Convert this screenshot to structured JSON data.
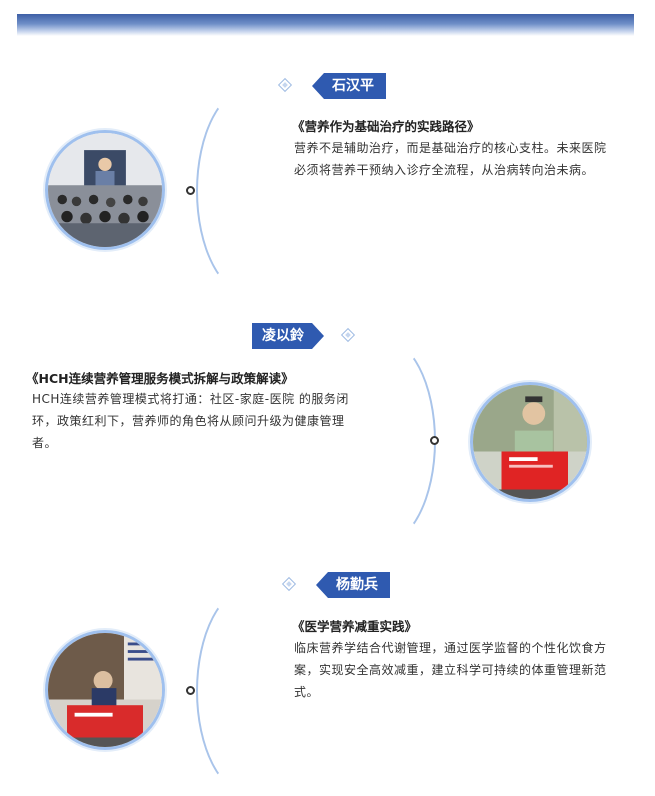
{
  "speakers": [
    {
      "name": "石汉平",
      "title": "《营养作为基础治疗的实践路径》",
      "body": "营养不是辅助治疗，而是基础治疗的核心支柱。未来医院必须将营养干预纳入诊疗全流程，从治病转向治未病。"
    },
    {
      "name": "凌以鈴",
      "title": "《HCH连续营养管理服务模式拆解与政策解读》",
      "body": "HCH连续营养管理模式将打通：社区-家庭-医院 的服务闭环，政策红利下，营养师的角色将从顾问升级为健康管理者。"
    },
    {
      "name": "杨勤兵",
      "title": "《医学营养减重实践》",
      "body": "临床营养学结合代谢管理，通过医学监督的个性化饮食方案，实现安全高效减重，建立科学可持续的体重管理新范式。"
    }
  ],
  "colors": {
    "accent": "#2f5ab0",
    "arc": "#a9c4ea",
    "band": "#3d5fa6"
  }
}
